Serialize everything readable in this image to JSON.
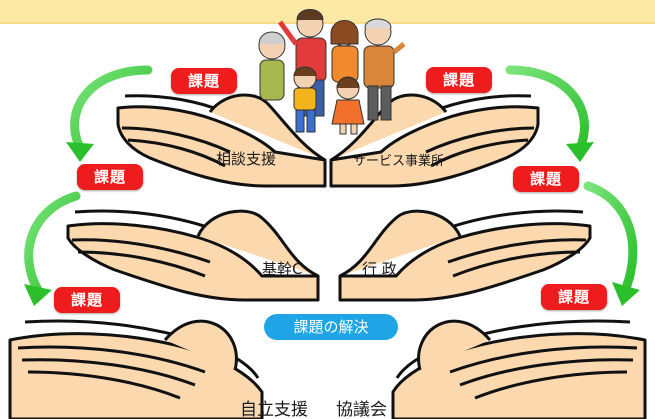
{
  "colors": {
    "banner": "#fde9a6",
    "hand_fill": "#fbd8ae",
    "hand_stroke": "#111111",
    "badge_red": "#ee1c1c",
    "badge_blue": "#1fa5e6",
    "arrow_green": "#3fd43f"
  },
  "badges": [
    "課題",
    "課題",
    "課題",
    "課題",
    "課題",
    "課題"
  ],
  "tiers": {
    "top_left": "相談支援",
    "top_right": "サービス事業所",
    "middle_left": "基幹C",
    "middle_right": "行 政",
    "bottom_left": "自立支援",
    "bottom_right": "協議会"
  },
  "resolution": "課題の解決",
  "icons": [
    "family-illustration-icon",
    "curved-arrow-icon"
  ]
}
